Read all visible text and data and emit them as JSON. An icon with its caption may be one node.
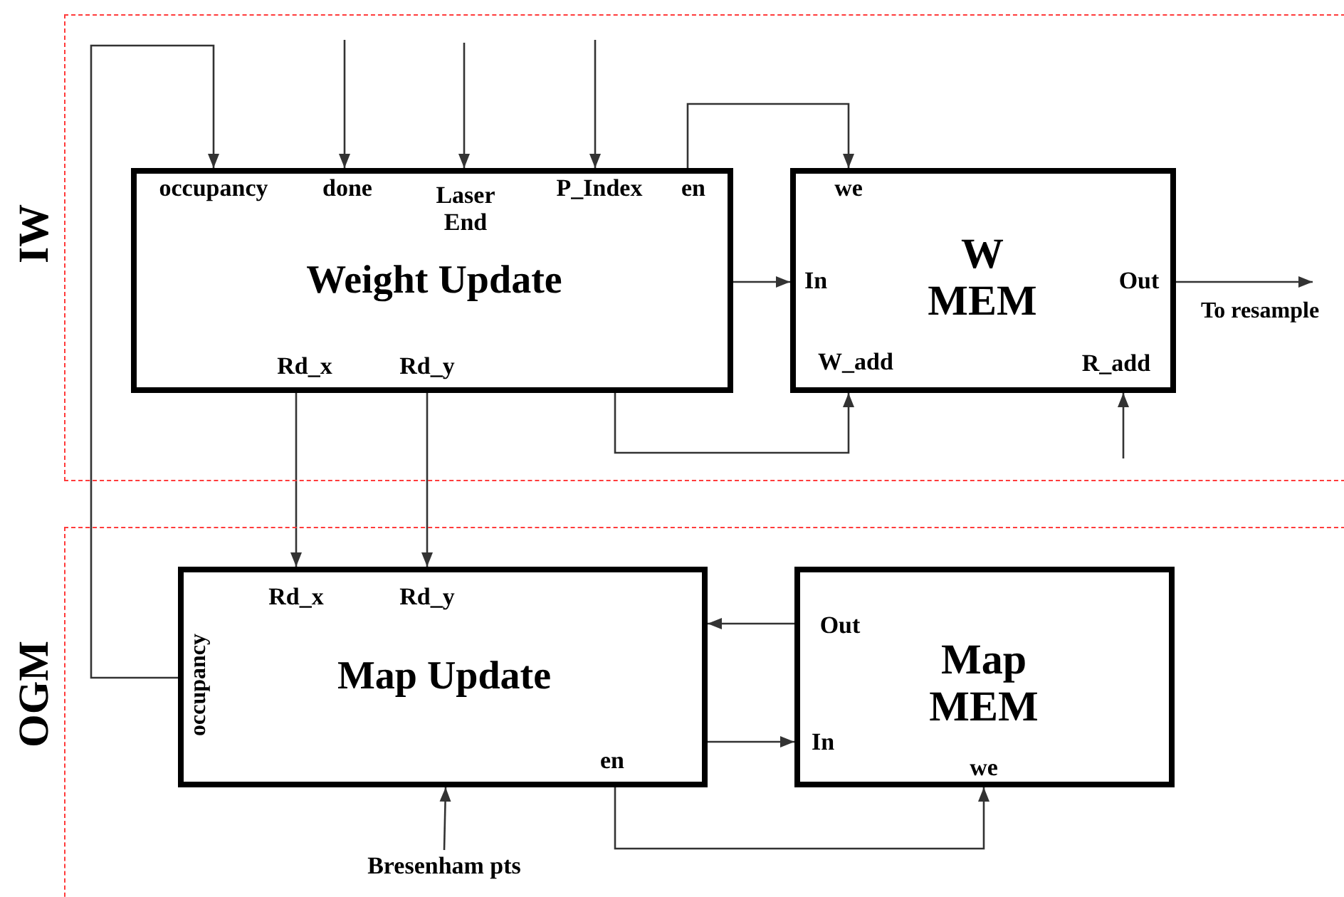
{
  "diagram": {
    "nodes": [
      {
        "text": [
          "IW"
        ]
      },
      {
        "text": [
          "OGM"
        ]
      },
      {
        "text": [
          "Weight Update",
          "occupancy",
          "done",
          "Laser End",
          "P_Index",
          "en",
          "Rd_x",
          "Rd_y"
        ],
        "in": 0
      },
      {
        "text": [
          "W MEM",
          "we",
          "In",
          "Out",
          "W_add",
          "R_add"
        ],
        "in": 0
      },
      {
        "text": [
          "Map Update",
          "Rd_x",
          "Rd_y",
          "occupancy",
          "en"
        ],
        "in": 1
      },
      {
        "text": [
          "Map MEM",
          "Out",
          "In",
          "we"
        ],
        "in": 1
      },
      {
        "text": [
          "Bresenham pts"
        ],
        "in": 1
      }
    ],
    "edges": [
      {
        "from": 4,
        "to": 2,
        "arrow": "to"
      },
      {
        "from": null,
        "to": 2,
        "arrow": "to"
      },
      {
        "from": null,
        "to": 2,
        "arrow": "to"
      },
      {
        "from": null,
        "to": 2,
        "arrow": "to"
      },
      {
        "from": 2,
        "to": 3,
        "arrow": "to"
      },
      {
        "from": 2,
        "to": 3,
        "arrow": "to"
      },
      {
        "from": 2,
        "to": 3,
        "arrow": "to"
      },
      {
        "from": null,
        "to": 3,
        "arrow": "to"
      },
      {
        "from": 3,
        "to": null,
        "label": "To resample",
        "arrow": "to"
      },
      {
        "from": 2,
        "to": 4,
        "arrow": "to"
      },
      {
        "from": 2,
        "to": 4,
        "arrow": "to"
      },
      {
        "from": 5,
        "to": 4,
        "arrow": "to"
      },
      {
        "from": 4,
        "to": 5,
        "arrow": "to"
      },
      {
        "from": 4,
        "to": 5,
        "arrow": "to"
      },
      {
        "from": 6,
        "to": 4,
        "arrow": "to"
      }
    ]
  }
}
